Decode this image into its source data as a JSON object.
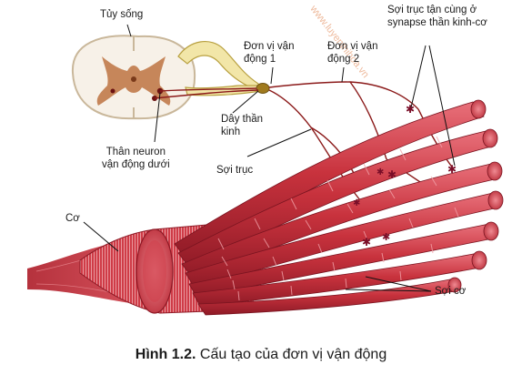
{
  "labels": {
    "spinal_cord": "Tủy sống",
    "motor_unit_1": "Đơn vị vận\nđộng 1",
    "motor_unit_2": "Đơn vị vận\nđộng 2",
    "axon_terminal": "Sợi trục tận cùng ở\nsynapse thần kinh-cơ",
    "motor_neuron": "Thân neuron\nvận động dưới",
    "nerve": "Dây thần\nkinh",
    "axon": "Sợi trục",
    "muscle": "Cơ",
    "muscle_fiber": "Sợi cơ"
  },
  "watermark": "www.luyenthihoa.vn",
  "caption": {
    "number": "Hình 1.2.",
    "text": " Cấu tạo của đơn vị vận động"
  },
  "colors": {
    "muscle_red": "#c8323d",
    "muscle_dark": "#8e1a26",
    "nerve_yellow": "#f2e6a8",
    "nerve_tan": "#a07a1e",
    "spinal_white": "#f7f1e8",
    "grey_matter": "#c07a4a"
  }
}
